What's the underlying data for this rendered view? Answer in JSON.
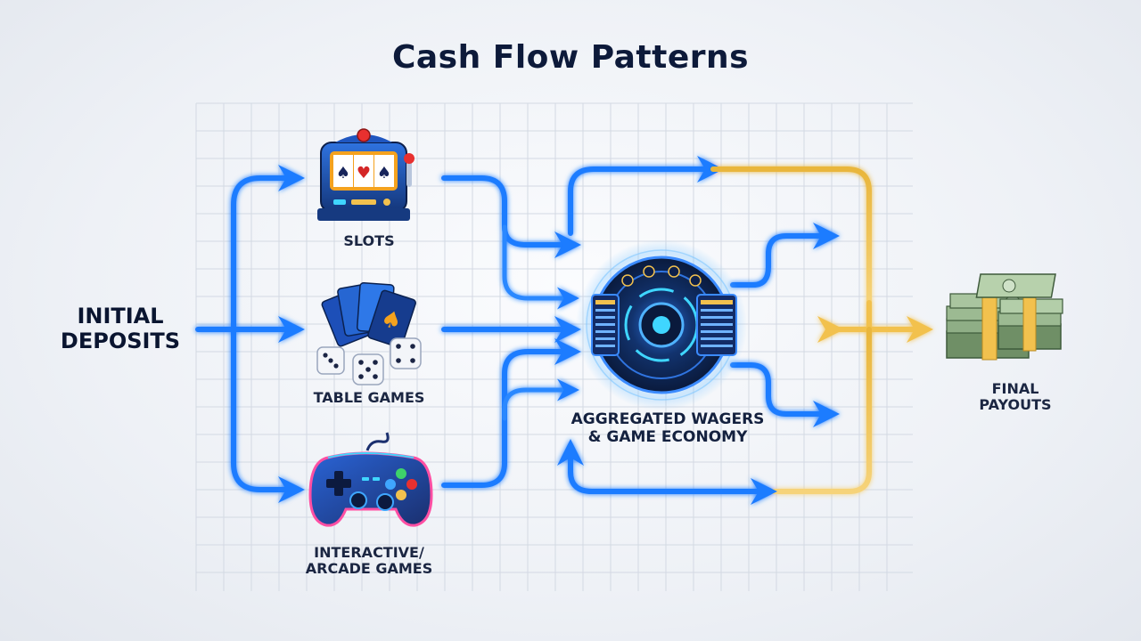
{
  "title": "Cash Flow Patterns",
  "nodes": {
    "initial_deposits": {
      "line1": "INITIAL",
      "line2": "DEPOSITS"
    },
    "slots": {
      "label": "SLOTS"
    },
    "table_games": {
      "label": "TABLE GAMES"
    },
    "interactive": {
      "line1": "INTERACTIVE/",
      "line2": "ARCADE GAMES"
    },
    "aggregated": {
      "line1": "AGGREGATED WAGERS",
      "line2": "& GAME ECONOMY"
    },
    "final_payouts": {
      "line1": "FINAL",
      "line2": "PAYOUTS"
    }
  },
  "icons": {
    "slots": "slot-machine-icon",
    "table_games": "cards-and-dice-icon",
    "interactive": "game-controller-icon",
    "hub": "economy-hub-icon",
    "payouts": "money-stack-icon"
  },
  "colors": {
    "flow_blue": "#1e7bff",
    "flow_glow": "#4fb2ff",
    "payout_gold": "#f2c14e",
    "text_dark": "#0d1a3a",
    "grid": "#d3d9e3"
  }
}
